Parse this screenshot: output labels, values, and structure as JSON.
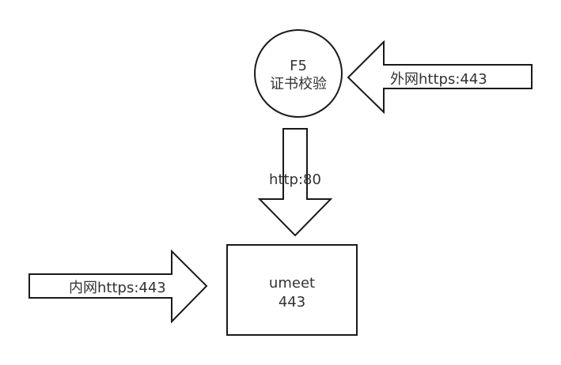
{
  "f5_node": {
    "line1": "F5",
    "line2": "证书校验"
  },
  "external_arrow": {
    "label": "外网https:443"
  },
  "http_arrow": {
    "label": "http:80"
  },
  "umeet_box": {
    "line1": "umeet",
    "line2": "443"
  },
  "internal_arrow": {
    "label": "内网https:443"
  },
  "colors": {
    "stroke": "#1a1a1a",
    "fill": "#ffffff",
    "text": "#333333"
  }
}
